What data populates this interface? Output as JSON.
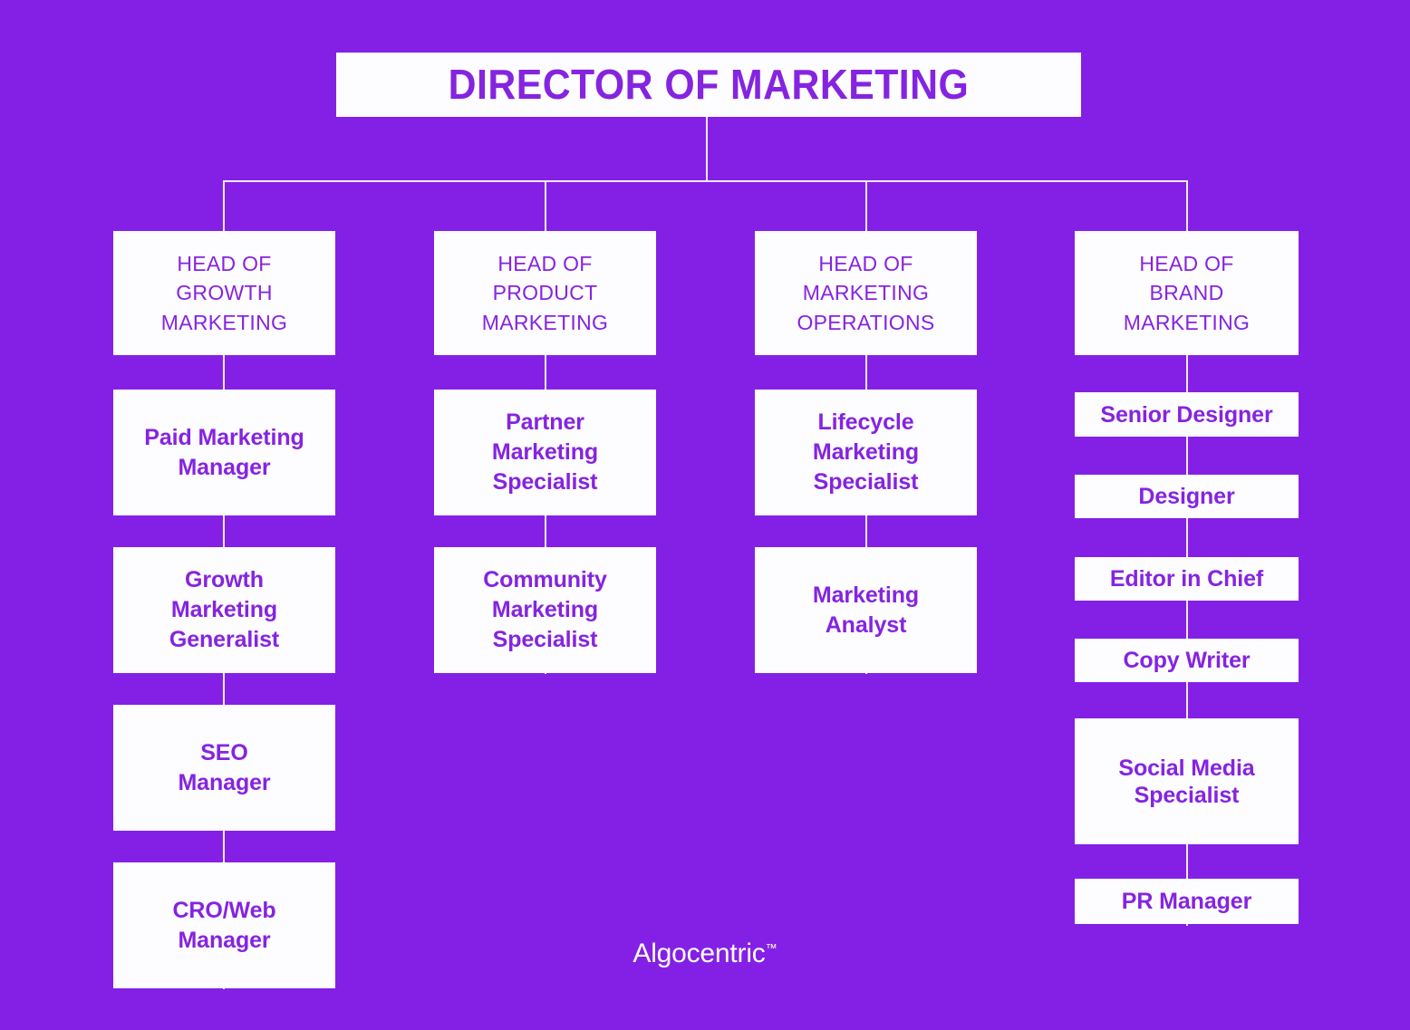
{
  "theme": {
    "background_color": "#8420E5",
    "box_fill_color": "#FDFCFE",
    "text_color": "#8524E0",
    "connector_color": "#F2E6FB",
    "logo_color": "#FFFFFF"
  },
  "root": {
    "label": "DIRECTOR OF MARKETING"
  },
  "footer": {
    "logo_name": "Algocentric",
    "trademark": "™"
  },
  "columns": [
    {
      "head": {
        "label": "HEAD OF\nGROWTH\nMARKETING"
      },
      "reports": [
        {
          "label": "Paid Marketing\nManager"
        },
        {
          "label": "Growth\nMarketing\nGeneralist"
        },
        {
          "label": "SEO\nManager"
        },
        {
          "label": "CRO/Web\nManager"
        }
      ]
    },
    {
      "head": {
        "label": "HEAD OF\nPRODUCT\nMARKETING"
      },
      "reports": [
        {
          "label": "Partner\nMarketing\nSpecialist"
        },
        {
          "label": "Community\nMarketing\nSpecialist"
        }
      ]
    },
    {
      "head": {
        "label": "HEAD OF\nMARKETING\nOPERATIONS"
      },
      "reports": [
        {
          "label": "Lifecycle\nMarketing\nSpecialist"
        },
        {
          "label": "Marketing\nAnalyst"
        }
      ]
    },
    {
      "head": {
        "label": "HEAD OF\nBRAND\nMARKETING"
      },
      "reports": [
        {
          "label": "Senior Designer"
        },
        {
          "label": "Designer"
        },
        {
          "label": "Editor in Chief"
        },
        {
          "label": "Copy Writer"
        },
        {
          "label": "Social Media\nSpecialist"
        },
        {
          "label": "PR Manager"
        }
      ]
    }
  ]
}
